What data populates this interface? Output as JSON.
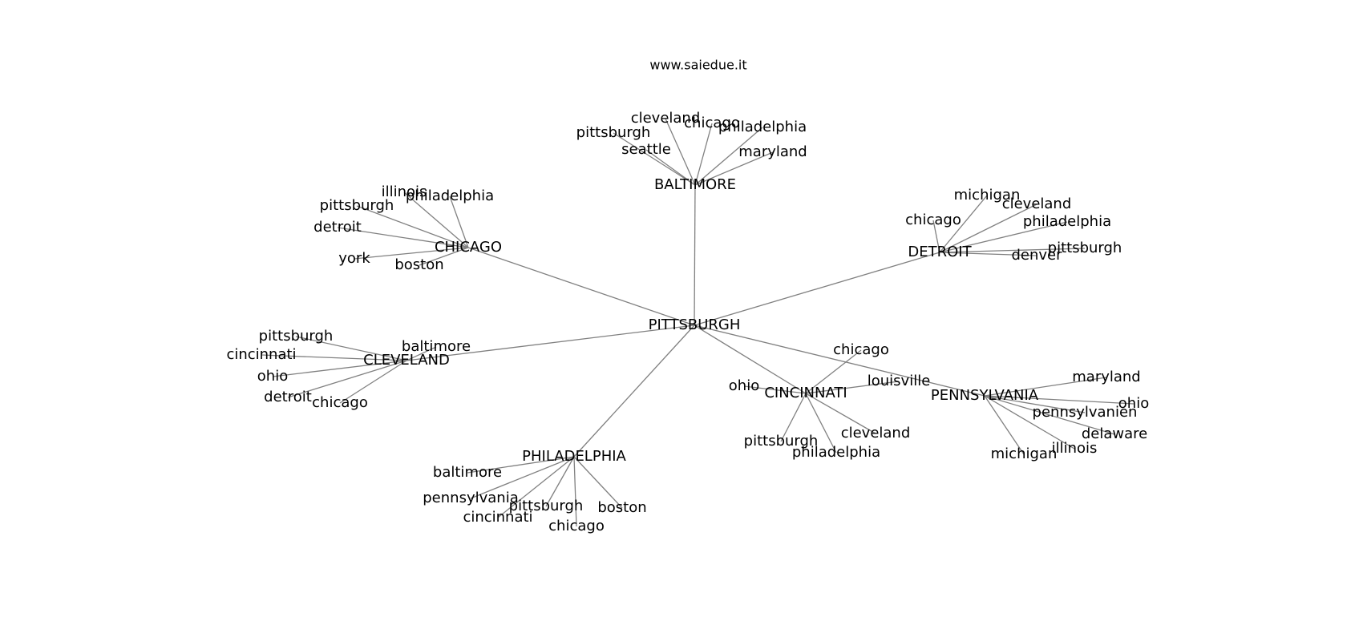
{
  "header": {
    "site": "www.saiedue.it"
  },
  "graph": {
    "root": "PITTSBURGH",
    "hubs": [
      {
        "name": "BALTIMORE",
        "children": [
          "pittsburgh",
          "cleveland",
          "chicago",
          "philadelphia",
          "seattle",
          "maryland"
        ]
      },
      {
        "name": "CHICAGO",
        "children": [
          "illinois",
          "philadelphia",
          "pittsburgh",
          "detroit",
          "york",
          "boston"
        ]
      },
      {
        "name": "DETROIT",
        "children": [
          "michigan",
          "cleveland",
          "chicago",
          "philadelphia",
          "pittsburgh",
          "denver"
        ]
      },
      {
        "name": "CLEVELAND",
        "children": [
          "pittsburgh",
          "baltimore",
          "cincinnati",
          "ohio",
          "detroit",
          "chicago"
        ]
      },
      {
        "name": "CINCINNATI",
        "children": [
          "chicago",
          "ohio",
          "louisville",
          "pittsburgh",
          "cleveland",
          "philadelphia"
        ]
      },
      {
        "name": "PENNSYLVANIA",
        "children": [
          "maryland",
          "ohio",
          "pennsylvanien",
          "delaware",
          "illinois",
          "michigan"
        ]
      },
      {
        "name": "PHILADELPHIA",
        "children": [
          "baltimore",
          "pennsylvania",
          "pittsburgh",
          "boston",
          "cincinnati",
          "chicago"
        ]
      }
    ]
  }
}
